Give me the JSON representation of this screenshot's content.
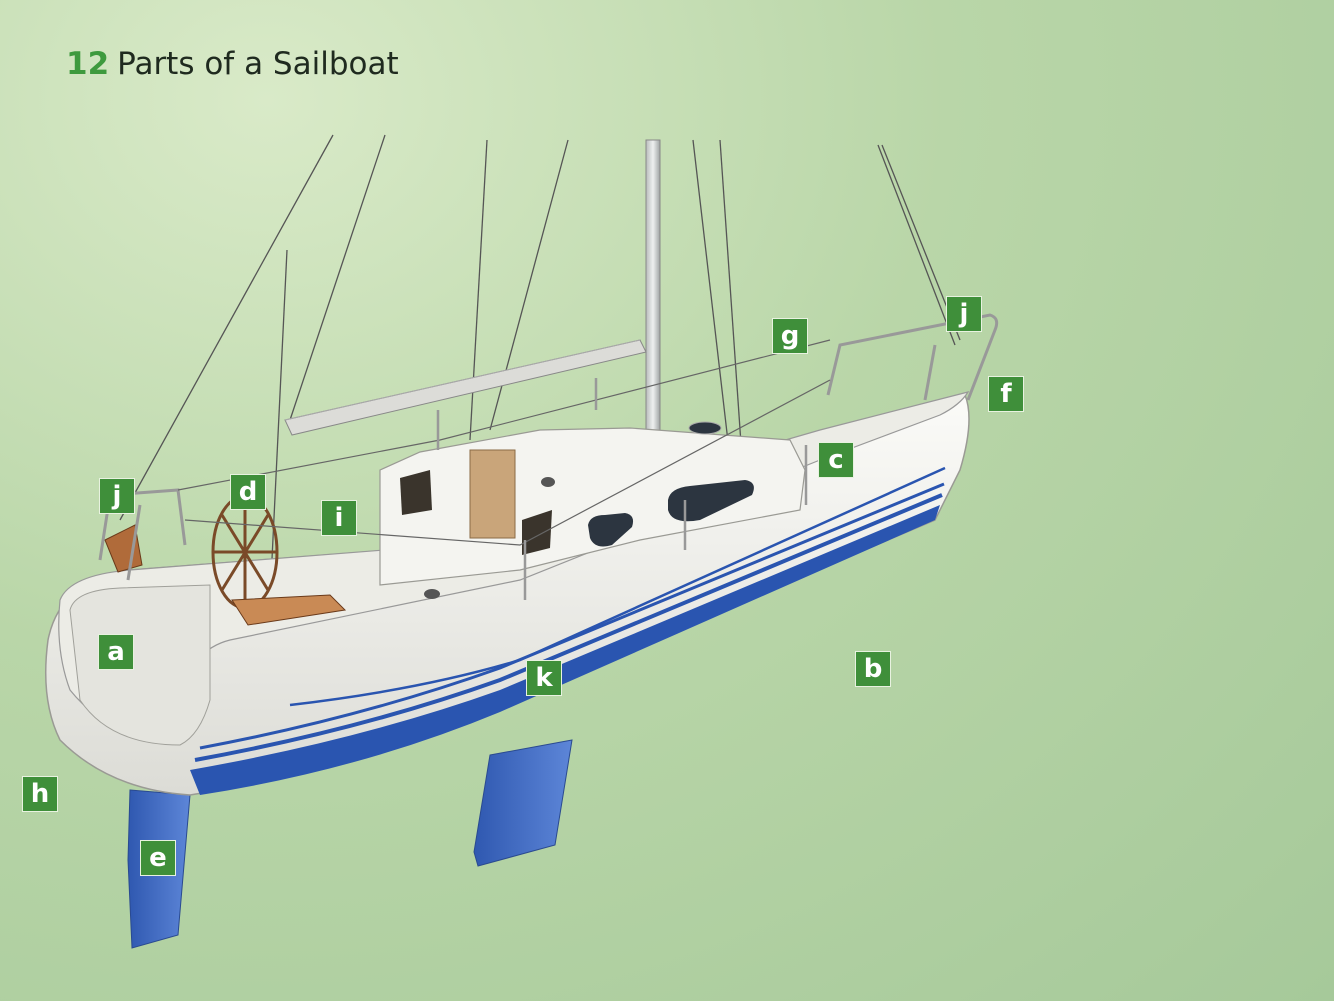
{
  "title": {
    "number": "12",
    "text": "Parts of a Sailboat"
  },
  "labels": {
    "a": "a",
    "b": "b",
    "c": "c",
    "d": "d",
    "e": "e",
    "f": "f",
    "g": "g",
    "h": "h",
    "i": "i",
    "j": "j",
    "k": "k"
  },
  "colors": {
    "background": "#b9d6a8",
    "label_box": "#3f8f3a",
    "hull": "#f2f2ee",
    "stripe": "#2a55b0",
    "keel": "#3a68c4",
    "teak": "#b06b3a"
  }
}
